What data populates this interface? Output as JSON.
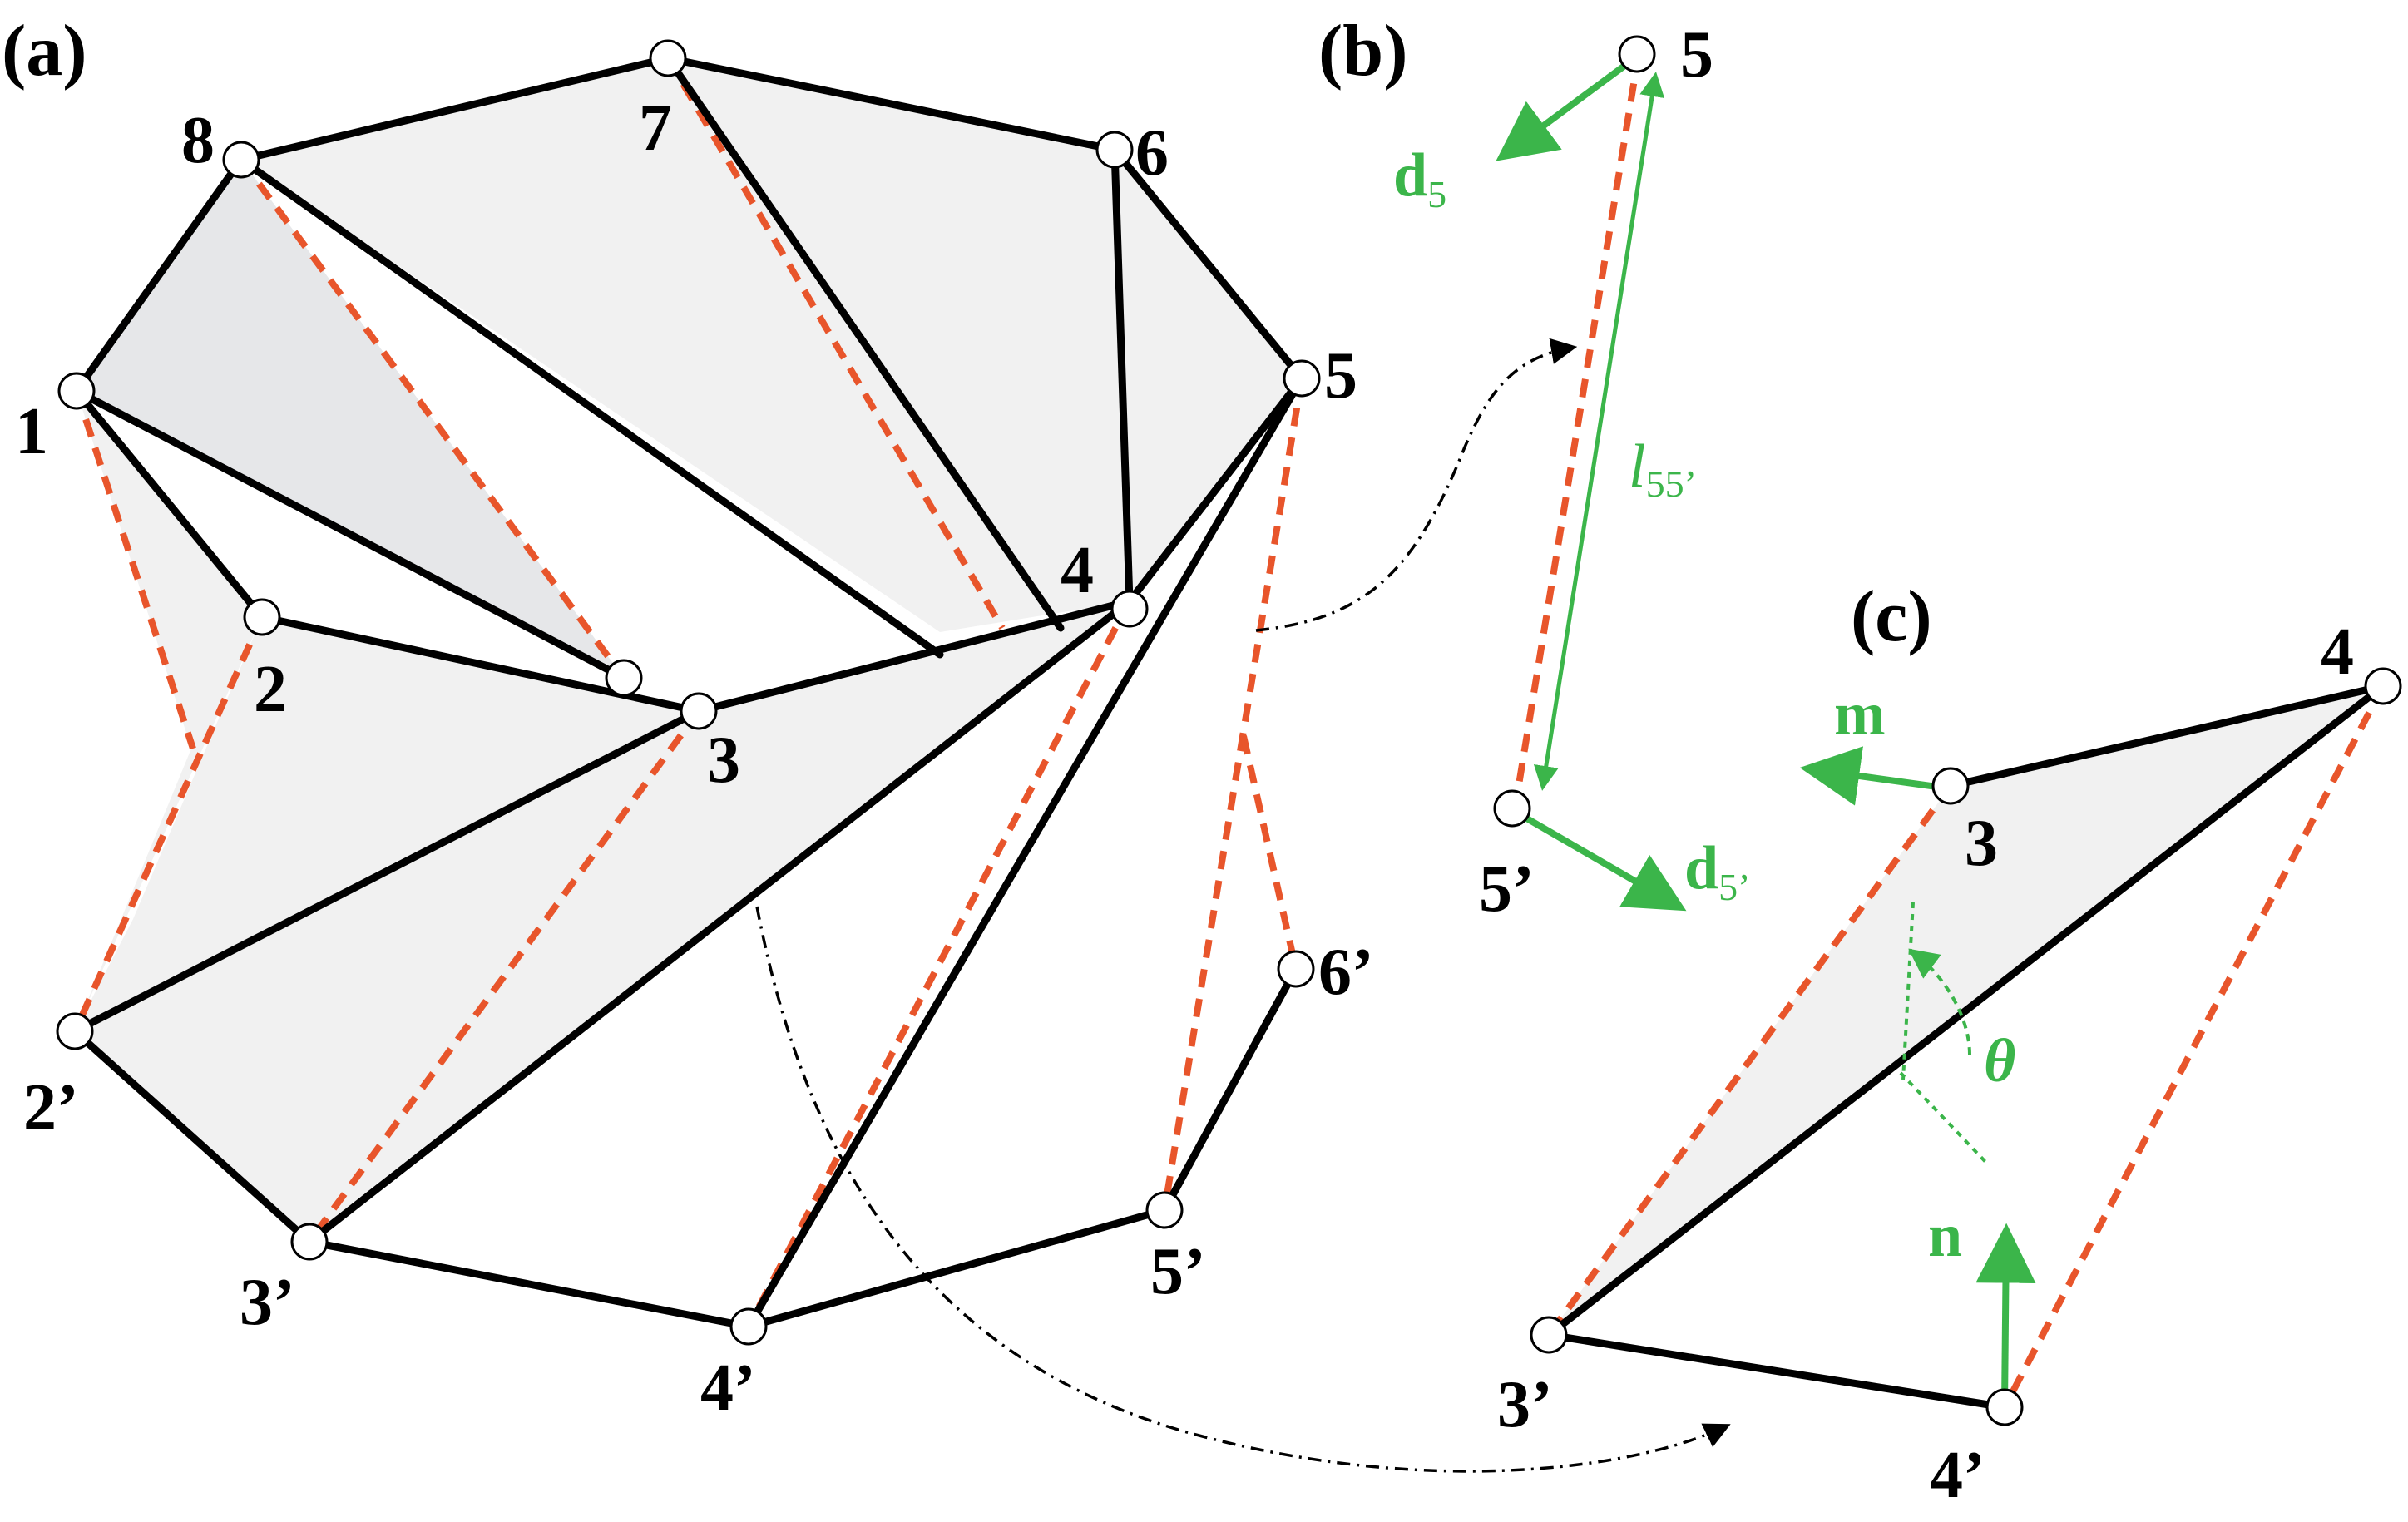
{
  "colors": {
    "edge": "#000000",
    "fold_line": "#E8552B",
    "vector": "#3BB54A",
    "shade_light": "#F1F1F1",
    "shade_dark": "#E6E7E9"
  },
  "panel_a": {
    "label": "(a)",
    "node_labels": [
      "1",
      "2",
      "3",
      "4",
      "5",
      "6",
      "7",
      "8",
      "2’",
      "3’",
      "4’",
      "5’",
      "6’"
    ]
  },
  "panel_b": {
    "label": "(b)",
    "top_label": "5",
    "bottom_label": "5’",
    "d_top": {
      "main": "d",
      "sub": "5"
    },
    "d_bottom": {
      "main": "d",
      "sub": "5’"
    },
    "length": {
      "main": "l",
      "sub": "55’"
    }
  },
  "panel_c": {
    "label": "(c)",
    "node_labels": [
      "4",
      "3",
      "3’",
      "4’"
    ],
    "vector_m": "m",
    "vector_n": "n",
    "angle": "θ"
  }
}
